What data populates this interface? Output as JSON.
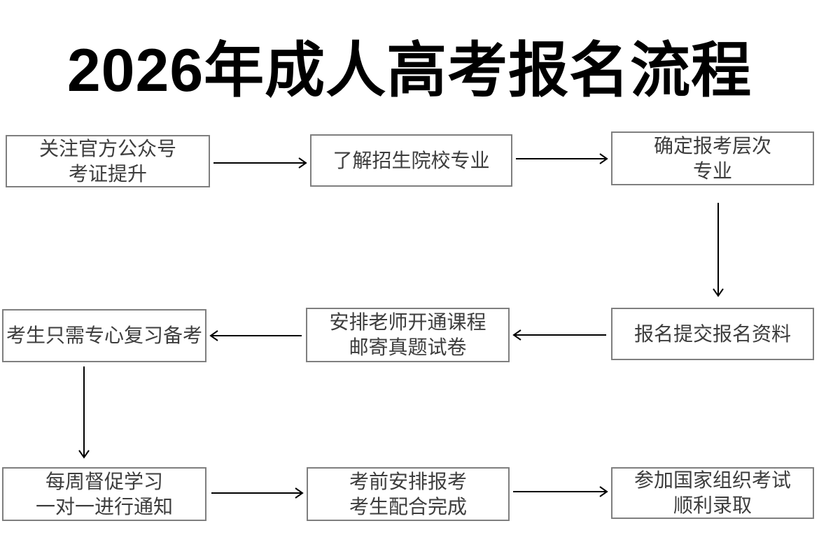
{
  "title": "2026年成人高考报名流程",
  "steps": [
    {
      "name": "step-1",
      "lines": [
        "关注官方公众号",
        "考证提升"
      ]
    },
    {
      "name": "step-2",
      "lines": [
        "了解招生院校专业"
      ]
    },
    {
      "name": "step-3",
      "lines": [
        "确定报考层次",
        "专业"
      ]
    },
    {
      "name": "step-4",
      "lines": [
        "报名提交报名资料"
      ]
    },
    {
      "name": "step-5",
      "lines": [
        "安排老师开通课程",
        "邮寄真题试卷"
      ]
    },
    {
      "name": "step-6",
      "lines": [
        "考生只需专心复习备考"
      ]
    },
    {
      "name": "step-7",
      "lines": [
        "每周督促学习",
        "一对一进行通知"
      ]
    },
    {
      "name": "step-8",
      "lines": [
        "考前安排报考",
        "考生配合完成"
      ]
    },
    {
      "name": "step-9",
      "lines": [
        "参加国家组织考试",
        "顺利录取"
      ]
    }
  ],
  "colors": {
    "background": "#ffffff",
    "title_text": "#000000",
    "box_border": "#7f7f7f",
    "box_text": "#3d3d3d",
    "arrow": "#000000"
  }
}
